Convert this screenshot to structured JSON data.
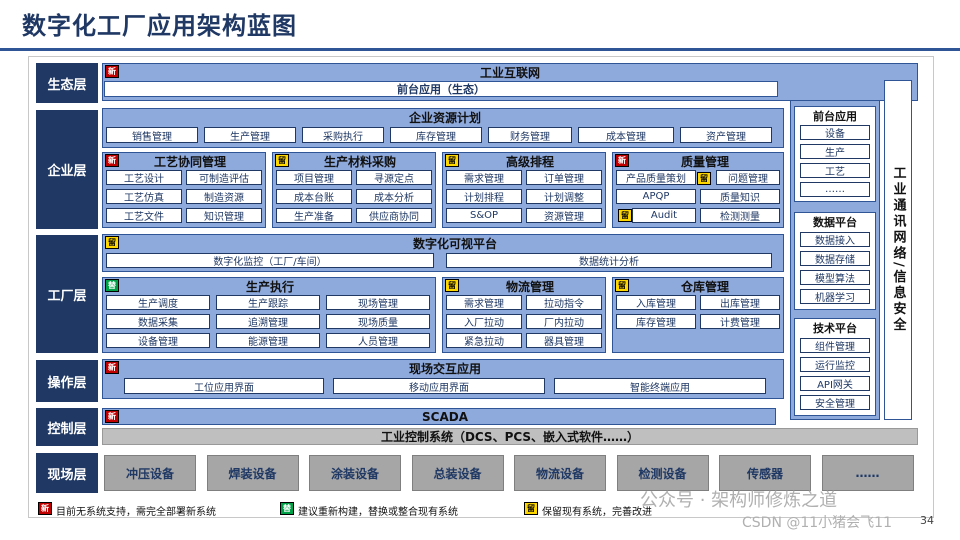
{
  "title": "数字化工厂应用架构蓝图",
  "layers": [
    "生态层",
    "企业层",
    "工厂层",
    "操作层",
    "控制层",
    "现场层"
  ],
  "tags": {
    "new": "新",
    "replace": "替",
    "keep": "留"
  },
  "eco": {
    "title": "工业互联网",
    "front": "前台应用（生态）"
  },
  "erp": {
    "title": "企业资源计划",
    "items": [
      "销售管理",
      "生产管理",
      "采购执行",
      "库存管理",
      "财务管理",
      "成本管理",
      "资产管理"
    ]
  },
  "process": {
    "title": "工艺协同管理",
    "items": [
      "工艺设计",
      "可制造评估",
      "工艺仿真",
      "制造资源",
      "工艺文件",
      "知识管理"
    ]
  },
  "purchase": {
    "title": "生产材料采购",
    "items": [
      "项目管理",
      "寻源定点",
      "成本台账",
      "成本分析",
      "生产准备",
      "供应商协同"
    ]
  },
  "scheduling": {
    "title": "高级排程",
    "items": [
      "需求管理",
      "订单管理",
      "计划排程",
      "计划调整",
      "S&OP",
      "资源管理"
    ]
  },
  "quality": {
    "title": "质量管理",
    "items": [
      "产品质量策划",
      "问题管理",
      "APQP",
      "质量知识",
      "Audit",
      "检测测量"
    ]
  },
  "visual": {
    "title": "数字化可视平台",
    "items": [
      "数字化监控（工厂/车间）",
      "数据统计分析"
    ]
  },
  "execution": {
    "title": "生产执行",
    "items": [
      "生产调度",
      "生产跟踪",
      "现场管理",
      "数据采集",
      "追溯管理",
      "现场质量",
      "设备管理",
      "能源管理",
      "人员管理"
    ]
  },
  "logistics": {
    "title": "物流管理",
    "items": [
      "需求管理",
      "拉动指令",
      "入厂拉动",
      "厂内拉动",
      "紧急拉动",
      "器具管理"
    ]
  },
  "warehouse": {
    "title": "仓库管理",
    "items": [
      "入库管理",
      "出库管理",
      "库存管理",
      "计费管理"
    ]
  },
  "operation": {
    "title": "现场交互应用",
    "items": [
      "工位应用界面",
      "移动应用界面",
      "智能终端应用"
    ]
  },
  "control": {
    "scada": "SCADA",
    "ics": "工业控制系统（DCS、PCS、嵌入式软件……）"
  },
  "field": [
    "冲压设备",
    "焊装设备",
    "涂装设备",
    "总装设备",
    "物流设备",
    "检测设备",
    "传感器",
    "……"
  ],
  "side": {
    "front": {
      "title": "前台应用",
      "items": [
        "设备",
        "生产",
        "工艺",
        "……"
      ]
    },
    "data": {
      "title": "数据平台",
      "items": [
        "数据接入",
        "数据存储",
        "模型算法",
        "机器学习"
      ]
    },
    "tech": {
      "title": "技术平台",
      "items": [
        "组件管理",
        "运行监控",
        "API网关",
        "安全管理"
      ]
    }
  },
  "security": "工业通讯网络/信息安全",
  "legend": [
    "目前无系统支持，需完全部署新系统",
    "建议重新构建，替换或整合现有系统",
    "保留现有系统，完善改进"
  ],
  "watermark": {
    "line1": "公众号 · 架构师修炼之道",
    "line2": "CSDN @11小猪会飞11"
  },
  "page": "34"
}
